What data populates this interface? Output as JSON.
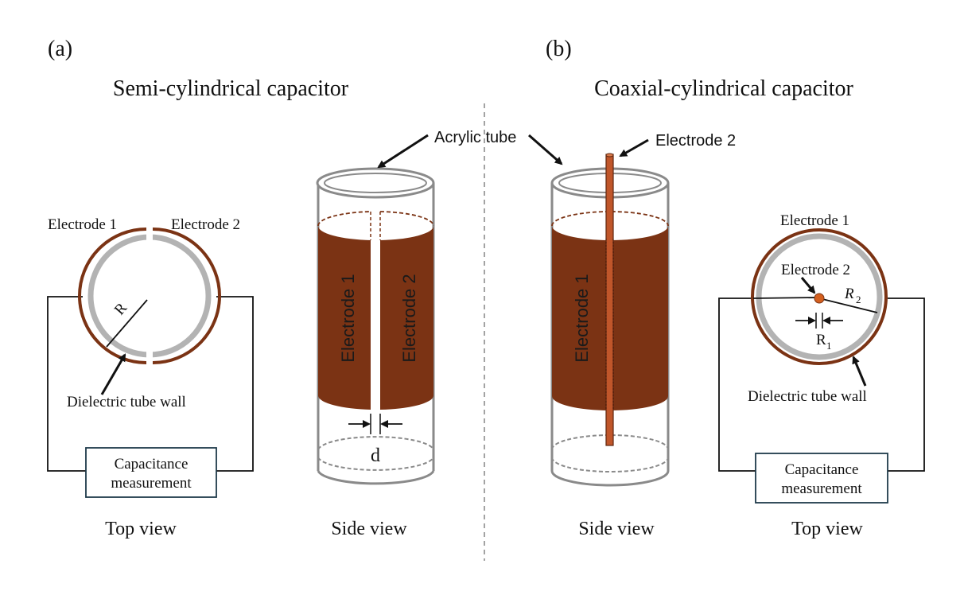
{
  "panel_a": {
    "letter": "(a)",
    "title": "Semi-cylindrical capacitor",
    "top_view": {
      "electrode1": "Electrode 1",
      "electrode2": "Electrode 2",
      "radius_label": "R",
      "wall_label": "Dielectric tube wall",
      "box_line1": "Capacitance",
      "box_line2": "measurement",
      "caption": "Top view"
    },
    "side_view": {
      "electrode1": "Electrode 1",
      "electrode2": "Electrode 2",
      "gap_label": "d",
      "caption": "Side view"
    }
  },
  "shared": {
    "tube_label": "Acrylic tube"
  },
  "panel_b": {
    "letter": "(b)",
    "title": "Coaxial-cylindrical capacitor",
    "side_view": {
      "rod_label": "Electrode 2",
      "electrode1": "Electrode 1",
      "caption": "Side view"
    },
    "top_view": {
      "electrode1": "Electrode 1",
      "electrode2": "Electrode 2",
      "r2_symbol": "R",
      "r2_sub": "2",
      "r1_symbol": "R",
      "r1_sub": "1",
      "wall_label": "Dielectric tube wall",
      "box_line1": "Capacitance",
      "box_line2": "measurement",
      "caption": "Top view"
    }
  },
  "colors": {
    "copper": "#7b3314",
    "copper_dark": "#5e2710",
    "wall_gray": "#b3b3b3",
    "tube_gray": "#8a8a8a",
    "divider": "#999999",
    "ink": "#111111"
  }
}
